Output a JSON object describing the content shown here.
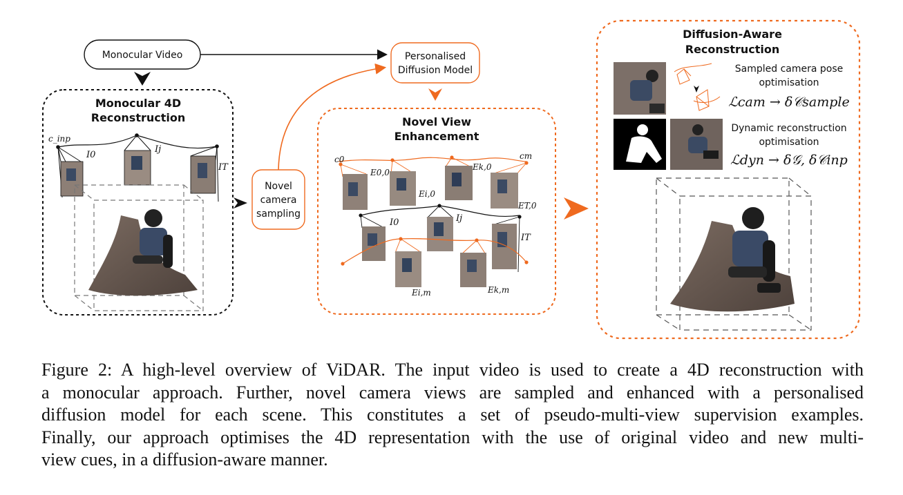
{
  "diagram": {
    "monocular_video": "Monocular Video",
    "personalised_model": [
      "Personalised",
      "Diffusion Model"
    ],
    "novel_camera_sampling": [
      "Novel",
      "camera",
      "sampling"
    ],
    "mono4d_title": [
      "Monocular 4D",
      "Reconstruction"
    ],
    "nve_title": [
      "Novel View",
      "Enhancement"
    ],
    "dar_title": [
      "Diffusion-Aware",
      "Reconstruction"
    ],
    "sampled_pose_text": [
      "Sampled camera pose",
      "optimisation"
    ],
    "dynamic_recon_text": [
      "Dynamic reconstruction",
      "optimisation"
    ],
    "loss_cam": "ℒcam → δ𝒞sample",
    "loss_dyn": "ℒdyn → δ𝒢, δ𝒞inp",
    "math": {
      "c_inp": "c_inp",
      "I0": "I0",
      "Ij": "Ij",
      "IT": "IT",
      "c0": "c0",
      "cm": "cm",
      "E00": "E0,0",
      "Ei0": "Ei,0",
      "Ek0": "Ek,0",
      "ET0": "ET,0",
      "Eim": "Ei,m",
      "Ekm": "Ek,m"
    }
  },
  "caption_lines": [
    "Figure 2: A high-level overview of ViDAR. The input video is used to create a 4D reconstruction with",
    "a monocular approach. Further, novel camera views are sampled and enhanced with a personalised",
    "diffusion model for each scene. This constitutes a set of pseudo-multi-view supervision examples.",
    "Finally, our approach optimises the 4D representation with the use of original video and new multi-",
    "view cues, in a diffusion-aware manner."
  ],
  "colors": {
    "accent": "#ef6a1f",
    "ink": "#111111"
  }
}
